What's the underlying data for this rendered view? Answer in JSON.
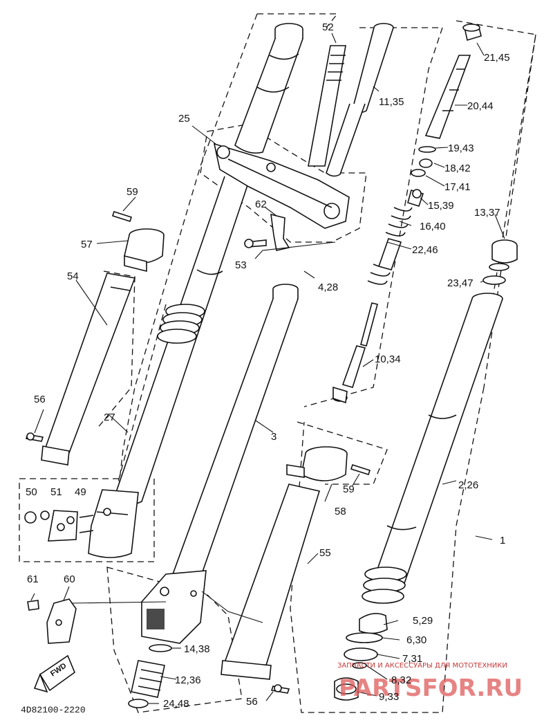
{
  "diagram_code": "4D82100-2220",
  "fwd_badge": "FWD",
  "parts": {
    "p52": "52",
    "p11_35": "11,35",
    "p21_45": "21,45",
    "p20_44": "20,44",
    "p25": "25",
    "p19_43": "19,43",
    "p18_42": "18,42",
    "p17_41": "17,41",
    "p59_top": "59",
    "p15_39": "15,39",
    "p62": "62",
    "p13_37": "13,37",
    "p16_40": "16,40",
    "p57": "57",
    "p22_46": "22,46",
    "p53": "53",
    "p23_47": "23,47",
    "p54": "54",
    "p4_28": "4,28",
    "p10_34": "10,34",
    "p56_left": "56",
    "p27": "27",
    "p3": "3",
    "p2_26": "2,26",
    "p50": "50",
    "p51": "51",
    "p49": "49",
    "p59_mid": "59",
    "p58": "58",
    "p1": "1",
    "p55": "55",
    "p61": "61",
    "p60": "60",
    "p5_29": "5,29",
    "p6_30": "6,30",
    "p14_38": "14,38",
    "p7_31": "7,31",
    "p12_36": "12,36",
    "p8_32": "8,32",
    "p24_48": "24,48",
    "p56_bottom": "56",
    "p9_33": "9,33"
  },
  "watermark": {
    "caption": "ЗАПЧАСТИ И АКСЕССУАРЫ ДЛЯ МОТОТЕХНИКИ",
    "logo": "PARTSFOR.RU"
  }
}
